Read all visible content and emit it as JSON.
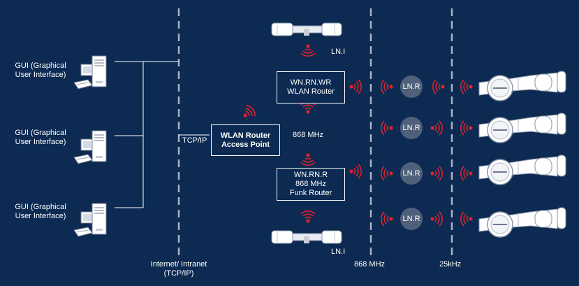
{
  "gui_label": "GUI (Graphical\nUser Interface)",
  "tcpip_label": "TCP/IP",
  "internet_label": "Internet/ Intranet\n(TCP/IP)",
  "access_point": "WLAN Router\nAccess Point",
  "wlan_router": "WN.RN.WR\nWLAN Router",
  "funk_router": "WN.RN.R\n868 MHz\nFunk Router",
  "freq_868_mid": "868 MHz",
  "lni_label": "LN.I",
  "lnr_label": "LN.R",
  "freq_868_bottom": "868 MHz",
  "freq_25k_bottom": "25kHz",
  "colors": {
    "background": "#0c2a52",
    "signal_red": "#e0222b",
    "node_grey": "#51607a",
    "line": "#ffffff"
  }
}
